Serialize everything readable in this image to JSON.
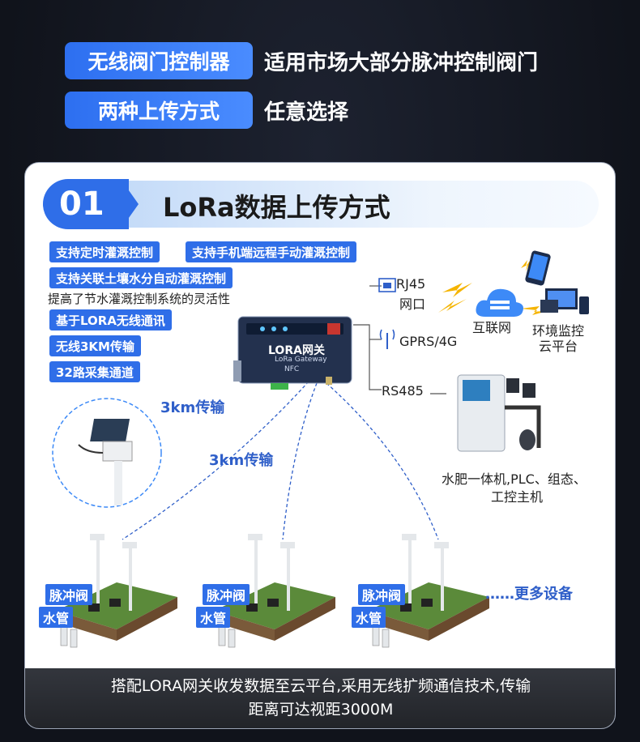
{
  "header": {
    "row1_pill": "无线阀门控制器",
    "row1_desc": "适用市场大部分脉冲控制阀门",
    "row2_pill": "两种上传方式",
    "row2_desc": "任意选择"
  },
  "section": {
    "number": "01",
    "title": "LoRa数据上传方式"
  },
  "features": [
    "支持定时灌溉控制",
    "支持手机端远程手动灌溉控制",
    "支持关联土壤水分自动灌溉控制",
    "基于LORA无线通讯",
    "无线3KM传输",
    "32路采集通道"
  ],
  "feature_note": "提高了节水灌溉控制系统的灵活性",
  "gateway": {
    "name": "LORA网关",
    "sub": "LoRa Gateway",
    "nfc": "NFC"
  },
  "links": {
    "rj45": "RJ45",
    "rj45_sub": "网口",
    "gprs": "GPRS/4G",
    "rs485": "RS485",
    "internet": "互联网",
    "env1": "环境监控",
    "env2": "云平台"
  },
  "devices": {
    "line1": "水肥一体机,PLC、组态、",
    "line2": "工控主机"
  },
  "distances": [
    "3km传输",
    "3km传输"
  ],
  "sites": [
    {
      "valve": "脉冲阀",
      "pipe": "水管"
    },
    {
      "valve": "脉冲阀",
      "pipe": "水管"
    },
    {
      "valve": "脉冲阀",
      "pipe": "水管"
    }
  ],
  "more": "……更多设备",
  "footer": {
    "line1": "搭配LORA网关收发数据至云平台,采用无线扩频通信技术,传输",
    "line2": "距离可达视距3000M"
  },
  "colors": {
    "accent": "#2f6ee8",
    "background": "#12151f",
    "footer": "#2b2d33"
  }
}
